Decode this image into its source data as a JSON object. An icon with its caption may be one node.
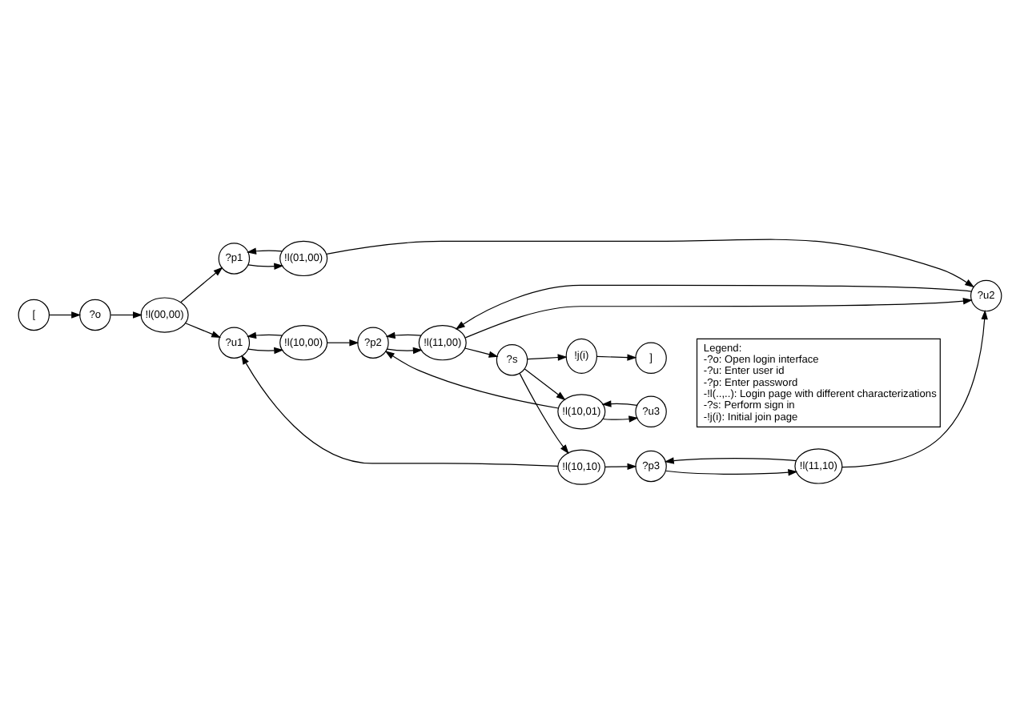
{
  "diagram": {
    "nodes": [
      {
        "text": [
          "["
        ]
      },
      {
        "text": [
          "?o"
        ]
      },
      {
        "text": [
          "!l(00,00)"
        ]
      },
      {
        "text": [
          "?u1"
        ]
      },
      {
        "text": [
          "!l(10,00)"
        ]
      },
      {
        "text": [
          "?p1"
        ]
      },
      {
        "text": [
          "!l(01,00)"
        ]
      },
      {
        "text": [
          "?p2"
        ]
      },
      {
        "text": [
          "?u2"
        ]
      },
      {
        "text": [
          "!l(11,00)"
        ]
      },
      {
        "text": [
          "?s"
        ]
      },
      {
        "text": [
          "!l(10,10)"
        ]
      },
      {
        "text": [
          "?p3"
        ]
      },
      {
        "text": [
          "!l(11,10)"
        ]
      },
      {
        "text": [
          "!j(i)"
        ]
      },
      {
        "text": [
          "]"
        ]
      },
      {
        "text": [
          "?u3"
        ]
      },
      {
        "text": [
          "!l(10,01)"
        ]
      },
      {
        "text": [
          "Legend:",
          "-?o: Open login interface",
          "-?u: Enter user id",
          "-?p: Enter password",
          "-!l(..,..): Login page with different characterizations",
          "-?s: Perform sign in",
          "-!j(i): Initial join page"
        ]
      }
    ],
    "edges": [
      {
        "from": 0,
        "to": 1,
        "arrow": "to"
      },
      {
        "from": 1,
        "to": 2,
        "arrow": "to"
      },
      {
        "from": 2,
        "to": 3,
        "arrow": "to"
      },
      {
        "from": 2,
        "to": 5,
        "arrow": "to"
      },
      {
        "from": 3,
        "to": 4,
        "arrow": "to"
      },
      {
        "from": 4,
        "to": 3,
        "arrow": "to"
      },
      {
        "from": 4,
        "to": 7,
        "arrow": "to"
      },
      {
        "from": 11,
        "to": 3,
        "arrow": "to"
      },
      {
        "from": 5,
        "to": 6,
        "arrow": "to"
      },
      {
        "from": 6,
        "to": 5,
        "arrow": "to"
      },
      {
        "from": 6,
        "to": 8,
        "arrow": "to"
      },
      {
        "from": 7,
        "to": 9,
        "arrow": "to"
      },
      {
        "from": 9,
        "to": 7,
        "arrow": "to"
      },
      {
        "from": 8,
        "to": 9,
        "arrow": "to"
      },
      {
        "from": 9,
        "to": 8,
        "arrow": "to"
      },
      {
        "from": 9,
        "to": 10,
        "arrow": "to"
      },
      {
        "from": 10,
        "to": 11,
        "arrow": "to"
      },
      {
        "from": 10,
        "to": 14,
        "arrow": "to"
      },
      {
        "from": 10,
        "to": 17,
        "arrow": "to"
      },
      {
        "from": 11,
        "to": 12,
        "arrow": "to"
      },
      {
        "from": 12,
        "to": 13,
        "arrow": "to"
      },
      {
        "from": 13,
        "to": 12,
        "arrow": "to"
      },
      {
        "from": 13,
        "to": 8,
        "arrow": "to"
      },
      {
        "from": 17,
        "to": 7,
        "arrow": "to"
      },
      {
        "from": 17,
        "to": 16,
        "arrow": "to"
      },
      {
        "from": 16,
        "to": 17,
        "arrow": "to"
      },
      {
        "from": 14,
        "to": 15,
        "arrow": "to"
      }
    ]
  }
}
